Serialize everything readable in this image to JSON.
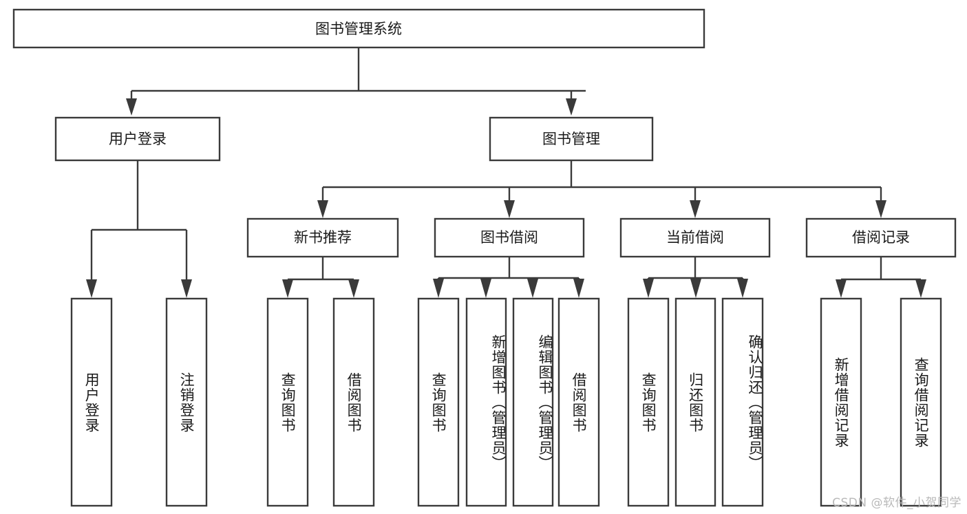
{
  "diagram": {
    "type": "tree",
    "title": "图书管理系统",
    "watermark": "CSDN @软件_小贺同学",
    "colors": {
      "box_stroke": "#3a3a3a",
      "box_fill": "#ffffff",
      "text": "#1a1a1a",
      "background": "#ffffff",
      "watermark": "#b9b9b9"
    },
    "root": {
      "label": "图书管理系统"
    },
    "level1": [
      {
        "label": "用户登录"
      },
      {
        "label": "图书管理"
      }
    ],
    "level2": [
      {
        "label": "新书推荐"
      },
      {
        "label": "图书借阅"
      },
      {
        "label": "当前借阅"
      },
      {
        "label": "借阅记录"
      }
    ],
    "leaves": {
      "user_login": [
        {
          "label": "用户登录"
        },
        {
          "label": "注销登录"
        }
      ],
      "new_book": [
        {
          "label": "查询图书"
        },
        {
          "label": "借阅图书"
        }
      ],
      "book_borrow": [
        {
          "label": "查询图书"
        },
        {
          "label": "新增图书（管理员）"
        },
        {
          "label": "编辑图书（管理员）"
        },
        {
          "label": "借阅图书"
        }
      ],
      "current_borrow": [
        {
          "label": "查询图书"
        },
        {
          "label": "归还图书"
        },
        {
          "label": "确认归还（管理员）"
        }
      ],
      "borrow_record": [
        {
          "label": "新增借阅记录"
        },
        {
          "label": "查询借阅记录"
        }
      ]
    }
  }
}
